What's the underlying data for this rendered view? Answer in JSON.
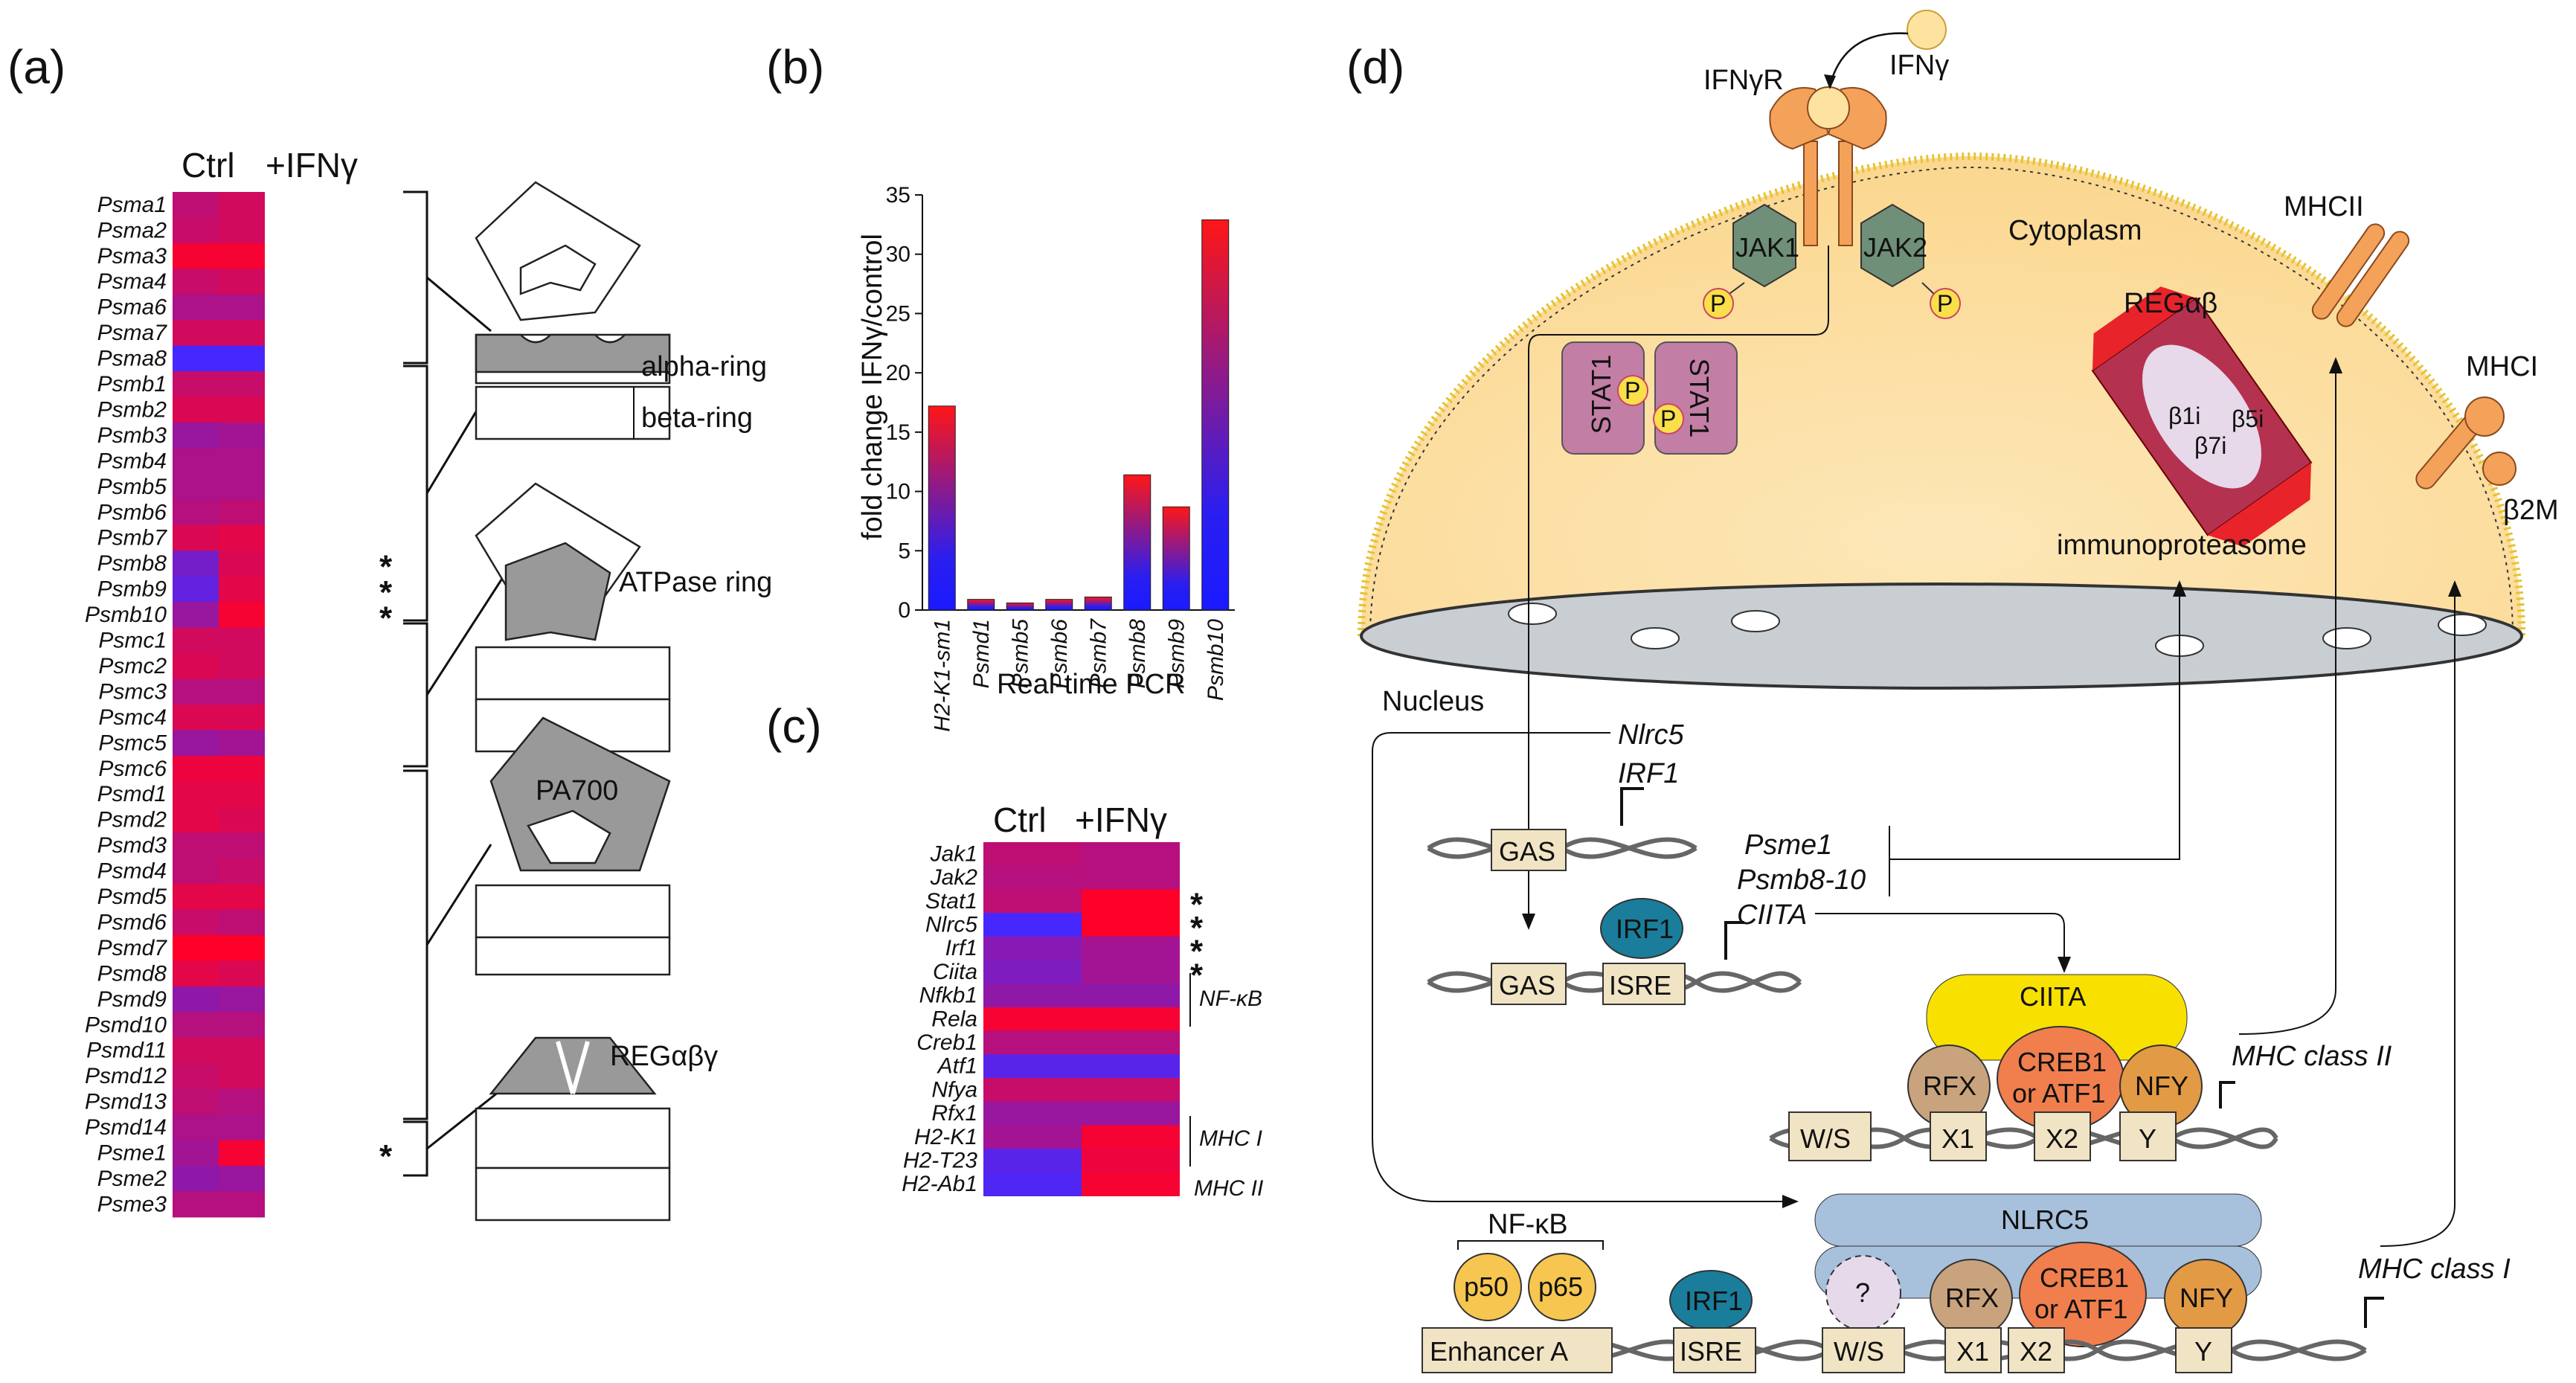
{
  "panel_a": {
    "label": "(a)",
    "col_headers": [
      "Ctrl",
      "+IFNγ"
    ],
    "genes": [
      "Psma1",
      "Psma2",
      "Psma3",
      "Psma4",
      "Psma6",
      "Psma7",
      "Psma8",
      "Psmb1",
      "Psmb2",
      "Psmb3",
      "Psmb4",
      "Psmb5",
      "Psmb6",
      "Psmb7",
      "Psmb8",
      "Psmb9",
      "Psmb10",
      "Psmc1",
      "Psmc2",
      "Psmc3",
      "Psmc4",
      "Psmc5",
      "Psmc6",
      "Psmd1",
      "Psmd2",
      "Psmd3",
      "Psmd4",
      "Psmd5",
      "Psmd6",
      "Psmd7",
      "Psmd8",
      "Psmd9",
      "Psmd10",
      "Psmd11",
      "Psmd12",
      "Psmd13",
      "Psmd14",
      "Psme1",
      "Psme2",
      "Psme3"
    ],
    "ctrl": [
      0.65,
      0.7,
      0.95,
      0.7,
      0.55,
      0.75,
      0.0,
      0.7,
      0.8,
      0.45,
      0.55,
      0.55,
      0.6,
      0.8,
      0.25,
      0.15,
      0.45,
      0.75,
      0.8,
      0.6,
      0.8,
      0.45,
      0.9,
      0.85,
      0.85,
      0.65,
      0.65,
      0.85,
      0.7,
      1.0,
      0.85,
      0.4,
      0.6,
      0.75,
      0.7,
      0.65,
      0.55,
      0.5,
      0.4,
      0.6
    ],
    "ifn": [
      0.75,
      0.75,
      0.95,
      0.75,
      0.55,
      0.75,
      0.0,
      0.7,
      0.8,
      0.5,
      0.55,
      0.55,
      0.65,
      0.85,
      0.8,
      0.85,
      0.95,
      0.75,
      0.75,
      0.6,
      0.8,
      0.5,
      0.9,
      0.85,
      0.8,
      0.65,
      0.7,
      0.85,
      0.65,
      1.0,
      0.8,
      0.45,
      0.6,
      0.75,
      0.75,
      0.6,
      0.55,
      0.95,
      0.45,
      0.6
    ],
    "stars": [
      "*",
      "*",
      "*",
      "*"
    ],
    "labels": [
      "alpha-ring",
      "beta-ring",
      "ATPase ring",
      "PA700",
      "REGαβγ"
    ]
  },
  "panel_b": {
    "label": "(b)",
    "xlabel": "Real-time PCR",
    "ylabel": "fold change IFNγ/control",
    "chart_data": {
      "type": "bar",
      "categories": [
        "H2-K1-sm1",
        "Psmd1",
        "Psmb5",
        "Psmb6",
        "Psmb7",
        "Psmb8",
        "Psmb9",
        "Psmb10"
      ],
      "values": [
        17.2,
        0.9,
        0.6,
        0.9,
        1.1,
        11.4,
        8.7,
        32.9
      ],
      "ylim": [
        0,
        35
      ],
      "yticks": [
        "0",
        "5",
        "10",
        "15",
        "20",
        "25",
        "30",
        "35"
      ],
      "title": "",
      "xlabel": "Real-time PCR",
      "ylabel": "fold change IFNγ/control",
      "colors": {
        "low": "#1a1aff",
        "high": "#ff1a1a"
      }
    }
  },
  "panel_c": {
    "label": "(c)",
    "col_headers": [
      "Ctrl",
      "+IFNγ"
    ],
    "genes": [
      "Jak1",
      "Jak2",
      "Stat1",
      "Nlrc5",
      "Irf1",
      "Ciita",
      "Nfkb1",
      "Rela",
      "Creb1",
      "Atf1",
      "Nfya",
      "Rfx1",
      "H2-K1",
      "H2-T23",
      "H2-Ab1"
    ],
    "ctrl": [
      0.65,
      0.6,
      0.65,
      0.0,
      0.35,
      0.3,
      0.4,
      0.95,
      0.6,
      0.1,
      0.7,
      0.45,
      0.5,
      0.1,
      0.05
    ],
    "ifn": [
      0.6,
      0.6,
      1.0,
      1.0,
      0.5,
      0.5,
      0.4,
      0.95,
      0.6,
      0.1,
      0.7,
      0.45,
      0.95,
      0.9,
      0.95
    ],
    "stars": [
      "*",
      "*",
      "*",
      "*"
    ],
    "group_labels": [
      "NF-κB",
      "MHC I",
      "MHC II"
    ]
  },
  "panel_d": {
    "label": "(d)",
    "ifngr": "IFNγR",
    "ifng": "IFNγ",
    "cytoplasm": "Cytoplasm",
    "nucleus": "Nucleus",
    "jak1": "JAK1",
    "jak2": "JAK2",
    "p": "P",
    "stat1": "STAT1",
    "reg": "REGαβ",
    "b1i": "β1i",
    "b5i": "β5i",
    "b7i": "β7i",
    "immuno": "immunoproteasome",
    "mhcii": "MHCII",
    "mhci": "MHCI",
    "b2m": "β2M",
    "nlrc5_gene": "Nlrc5",
    "irf1_gene": "IRF1",
    "gas": "GAS",
    "isre": "ISRE",
    "irf1": "IRF1",
    "psme1": "Psme1",
    "psmb810": "Psmb8-10",
    "ciita_gene": "CIITA",
    "ciita": "CIITA",
    "rfx": "RFX",
    "creb1_l1": "CREB1",
    "creb1_l2": "or ATF1",
    "nfy": "NFY",
    "ws": "W/S",
    "x1": "X1",
    "x2": "X2",
    "y": "Y",
    "mhc2": "MHC class II",
    "nlrc5": "NLRC5",
    "nfkb": "NF-κB",
    "p50": "p50",
    "p65": "p65",
    "q": "?",
    "enhancer": "Enhancer A",
    "mhc1": "MHC class I"
  }
}
